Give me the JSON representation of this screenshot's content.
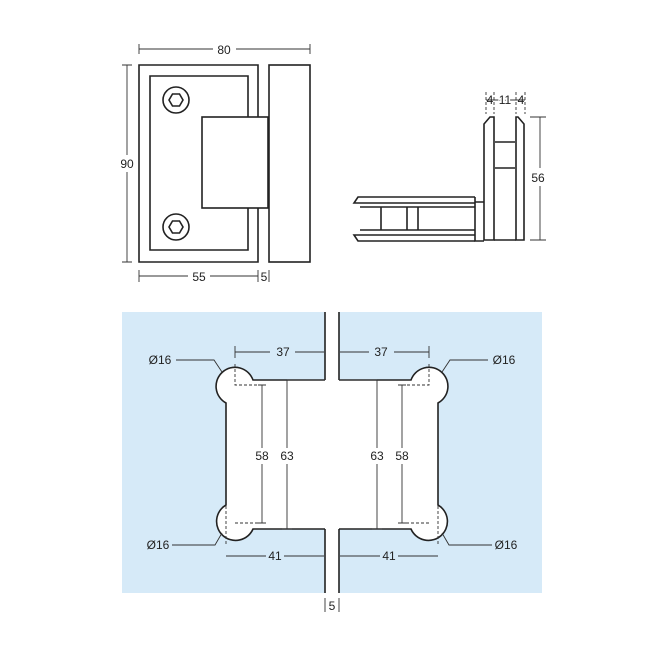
{
  "colors": {
    "glass": "#d6eaf8",
    "line": "#222222"
  },
  "front_view": {
    "width": "80",
    "height": "90",
    "body_width": "55",
    "gap": "5"
  },
  "side_view": {
    "wall1": "4",
    "slot": "11",
    "wall2": "4",
    "height": "56"
  },
  "glass_cutout": {
    "left": {
      "top_offset": "37",
      "bottom_offset": "41",
      "hole_top": "Ø16",
      "hole_bottom": "Ø16",
      "hole_spacing": "58",
      "cutout_height": "63"
    },
    "right": {
      "top_offset": "37",
      "bottom_offset": "41",
      "hole_top": "Ø16",
      "hole_bottom": "Ø16",
      "hole_spacing": "58",
      "cutout_height": "63"
    },
    "glass_gap": "5"
  }
}
